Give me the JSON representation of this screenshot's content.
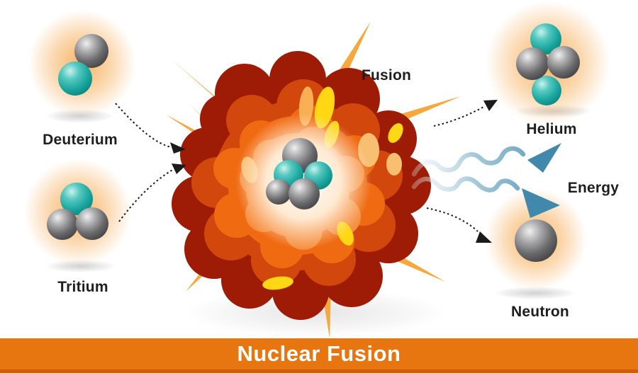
{
  "banner": {
    "title": "Nuclear Fusion"
  },
  "labels": {
    "deuterium": "Deuterium",
    "tritium": "Tritium",
    "fusion": "Fusion",
    "helium": "Helium",
    "energy": "Energy",
    "neutron": "Neutron"
  },
  "particles": [
    {
      "id": "deuterium",
      "label": "Deuterium",
      "gray_spheres": 1,
      "teal_spheres": 1
    },
    {
      "id": "tritium",
      "label": "Tritium",
      "gray_spheres": 2,
      "teal_spheres": 1
    },
    {
      "id": "fusion-nucleus",
      "label": "Fusion",
      "gray_spheres": 3,
      "teal_spheres": 2
    },
    {
      "id": "helium",
      "label": "Helium",
      "gray_spheres": 2,
      "teal_spheres": 2
    },
    {
      "id": "neutron",
      "label": "Neutron",
      "gray_spheres": 1,
      "teal_spheres": 0
    }
  ],
  "flows": [
    {
      "from": "Deuterium",
      "to": "Fusion",
      "style": "dashed-arrow"
    },
    {
      "from": "Tritium",
      "to": "Fusion",
      "style": "dashed-arrow"
    },
    {
      "from": "Fusion",
      "to": "Helium",
      "style": "dashed-arrow"
    },
    {
      "from": "Fusion",
      "to": "Neutron",
      "style": "dashed-arrow"
    },
    {
      "from": "Fusion",
      "to": "Energy",
      "style": "wavy-arrows"
    }
  ],
  "colors": {
    "banner_bg": "#E87610",
    "banner_border": "#CC5F08",
    "spike_orange": "#F6A83D",
    "explosion_maroon": "#9E1B06",
    "explosion_red": "#D2470B",
    "explosion_orange": "#F06A12",
    "explosion_light_orange": "#F68F42",
    "flame_yellow": "#FFD715",
    "glow_orange": "#F6AA50",
    "teal_sphere": "#19A59E",
    "gray_sphere": "#6A6A6C",
    "energy_wave_blue": "#4E94B6",
    "label_text": "#1E1E1E"
  }
}
